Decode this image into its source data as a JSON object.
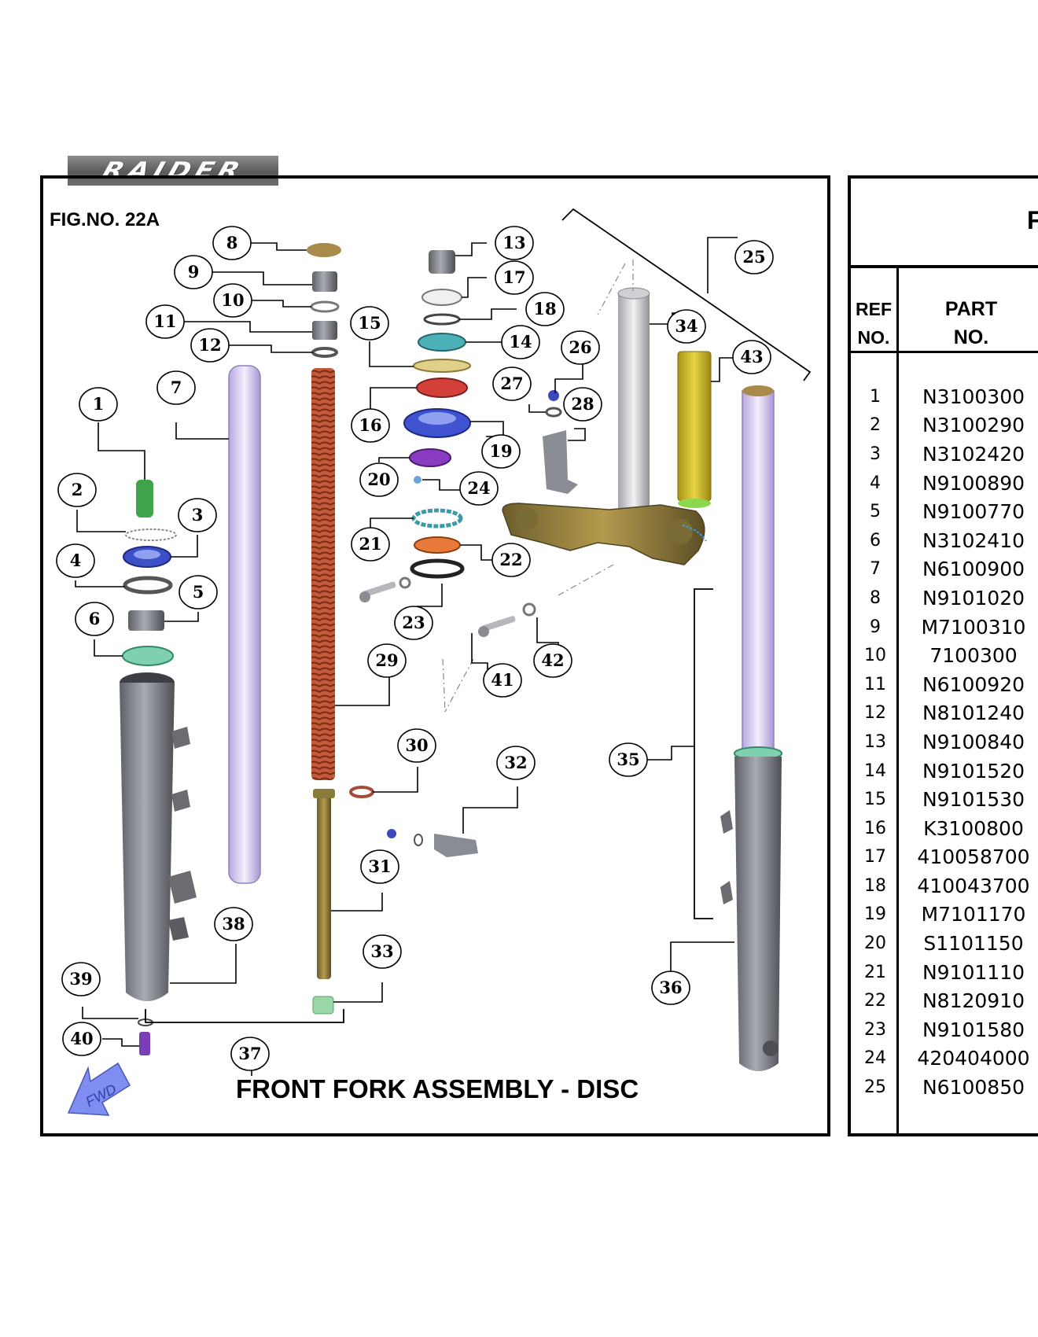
{
  "brand": {
    "logo_text": "RAIDER"
  },
  "figure": {
    "number_label": "FIG.NO. 22A",
    "caption": "FRONT FORK ASSEMBLY - DISC",
    "direction_label": "FWD",
    "callouts": [
      "1",
      "2",
      "3",
      "4",
      "5",
      "6",
      "7",
      "8",
      "9",
      "10",
      "11",
      "12",
      "13",
      "14",
      "15",
      "16",
      "17",
      "18",
      "19",
      "20",
      "21",
      "22",
      "23",
      "24",
      "25",
      "26",
      "27",
      "28",
      "29",
      "30",
      "31",
      "32",
      "33",
      "34",
      "35",
      "36",
      "37",
      "38",
      "39",
      "40",
      "41",
      "42",
      "43"
    ]
  },
  "table": {
    "title_partial": "F",
    "headers": {
      "ref": [
        "REF",
        "NO."
      ],
      "part": [
        "PART",
        "NO."
      ]
    },
    "rows": [
      {
        "ref": "1",
        "part": "N3100300"
      },
      {
        "ref": "2",
        "part": "N3100290"
      },
      {
        "ref": "3",
        "part": "N3102420"
      },
      {
        "ref": "4",
        "part": "N9100890"
      },
      {
        "ref": "5",
        "part": "N9100770"
      },
      {
        "ref": "6",
        "part": "N3102410"
      },
      {
        "ref": "7",
        "part": "N6100900"
      },
      {
        "ref": "8",
        "part": "N9101020"
      },
      {
        "ref": "9",
        "part": "M7100310"
      },
      {
        "ref": "10",
        "part": "7100300"
      },
      {
        "ref": "11",
        "part": "N6100920"
      },
      {
        "ref": "12",
        "part": "N8101240"
      },
      {
        "ref": "13",
        "part": "N9100840"
      },
      {
        "ref": "14",
        "part": "N9101520"
      },
      {
        "ref": "15",
        "part": "N9101530"
      },
      {
        "ref": "16",
        "part": "K3100800"
      },
      {
        "ref": "17",
        "part": "410058700"
      },
      {
        "ref": "18",
        "part": "410043700"
      },
      {
        "ref": "19",
        "part": "M7101170"
      },
      {
        "ref": "20",
        "part": "S1101150"
      },
      {
        "ref": "21",
        "part": "N9101110"
      },
      {
        "ref": "22",
        "part": "N8120910"
      },
      {
        "ref": "23",
        "part": "N9101580"
      },
      {
        "ref": "24",
        "part": "420404000"
      },
      {
        "ref": "25",
        "part": "N6100850"
      }
    ]
  }
}
